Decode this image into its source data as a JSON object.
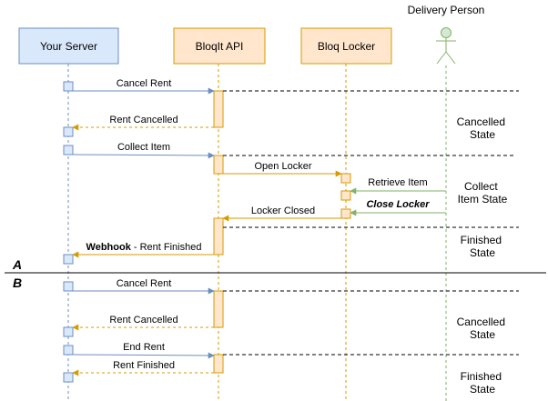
{
  "participants": {
    "server": "Your Server",
    "api": "BloqIt API",
    "locker": "Bloq Locker",
    "delivery": "Delivery Person"
  },
  "sections": {
    "a": "A",
    "b": "B"
  },
  "messages": {
    "cancel_rent_a": "Cancel Rent",
    "rent_cancelled_a": "Rent Cancelled",
    "collect_item": "Collect Item",
    "open_locker": "Open Locker",
    "retrieve_item": "Retrieve Item",
    "close_locker": "Close Locker",
    "locker_closed": "Locker Closed",
    "webhook_bold": "Webhook",
    "webhook_rest": " - Rent Finished",
    "cancel_rent_b": "Cancel Rent",
    "rent_cancelled_b": "Rent Cancelled",
    "end_rent": "End Rent",
    "rent_finished_b": "Rent Finished"
  },
  "states": {
    "cancelled_a": {
      "line1": "Cancelled",
      "line2": "State"
    },
    "collect": {
      "line1": "Collect",
      "line2": "Item State"
    },
    "finished_a": {
      "line1": "Finished",
      "line2": "State"
    },
    "cancelled_b": {
      "line1": "Cancelled",
      "line2": "State"
    },
    "finished_b": {
      "line1": "Finished",
      "line2": "State"
    }
  },
  "colors": {
    "blue_arrow": "#6c8ebf",
    "orange_arrow": "#d79b00",
    "green_arrow": "#82b366",
    "server_fill": "#dae8fc",
    "server_stroke": "#6c8ebf",
    "api_fill": "#ffe6cc",
    "api_stroke": "#d79b00",
    "actor_fill": "#d5e8d4",
    "actor_stroke": "#82b366"
  }
}
